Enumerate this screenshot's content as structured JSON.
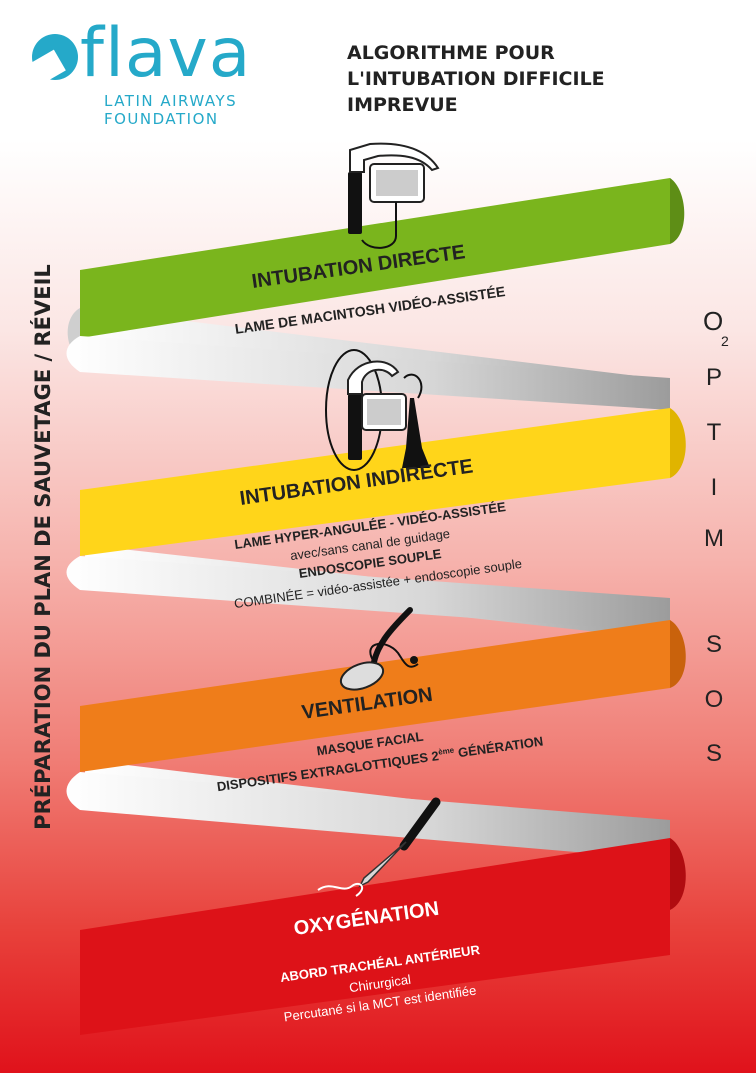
{
  "logo": {
    "word": "flava",
    "line1": "LATIN AIRWAYS",
    "line2": "FOUNDATION"
  },
  "title": {
    "line1": "ALGORITHME POUR",
    "line2": "L'INTUBATION DIFFICILE",
    "line3": "IMPREVUE"
  },
  "side_label": "PRÉPARATION DU PLAN DE SAUVETAGE / RÉVEIL",
  "right_column": {
    "o": "O",
    "two": "2",
    "letters": [
      "P",
      "T",
      "I",
      "M",
      "S",
      "O",
      "S"
    ]
  },
  "steps": [
    {
      "title": "INTUBATION  DIRECTE",
      "lines": [
        "LAME DE MACINTOSH VIDÉO-ASSISTÉE"
      ],
      "color": "#7ab51d"
    },
    {
      "title": "INTUBATION INDIRECTE",
      "lines": [
        "LAME HYPER-ANGULÉE - VIDÉO-ASSISTÉE",
        "avec/sans canal de guidage",
        "ENDOSCOPIE SOUPLE",
        "COMBINÉE = vidéo-assistée + endoscopie souple"
      ],
      "color": "#ffd51a"
    },
    {
      "title": "VENTILATION",
      "lines": [
        "MASQUE FACIAL",
        "DISPOSITIFS EXTRAGLOTTIQUES 2",
        "ème",
        " GÉNÉRATION"
      ],
      "color": "#ef7d1a"
    },
    {
      "title": "OXYGÉNATION",
      "lines": [
        "ABORD TRACHÉAL ANTÉRIEUR",
        "Chirurgical",
        "Percutané si la MCT est identifiée"
      ],
      "color": "#dd1218"
    }
  ],
  "icons": [
    "videolaryngoscope-icon",
    "hyperangulated-videolaryngoscope-icon",
    "bronchoscope-icon",
    "face-mask-icon",
    "scalpel-icon"
  ]
}
